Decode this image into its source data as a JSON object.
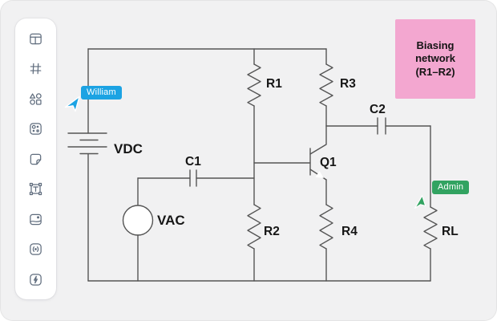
{
  "app": {
    "title": "Whiteboard circuit diagram editor"
  },
  "sidebar": {
    "items": [
      {
        "name": "layout"
      },
      {
        "name": "grid"
      },
      {
        "name": "shapes"
      },
      {
        "name": "widgets"
      },
      {
        "name": "sticky-note"
      },
      {
        "name": "text-box"
      },
      {
        "name": "image"
      },
      {
        "name": "code"
      },
      {
        "name": "actions"
      }
    ]
  },
  "diagram": {
    "labels": {
      "vdc": "VDC",
      "vac": "VAC",
      "r1": "R1",
      "r2": "R2",
      "r3": "R3",
      "r4": "R4",
      "rl": "RL",
      "c1": "C1",
      "c2": "C2",
      "q1": "Q1"
    },
    "note": {
      "lines": [
        "Biasing",
        "network",
        "(R1–R2)"
      ],
      "color": "#f3a7d0"
    },
    "collaborators": [
      {
        "name": "William",
        "color": "#1ca3e3"
      },
      {
        "name": "Admin",
        "color": "#32a361"
      }
    ]
  },
  "colors": {
    "canvas_bg": "#f1f1f2",
    "wire": "#555555",
    "icon": "#5f6c7d",
    "note_pink": "#f3a7d0",
    "cursor_blue": "#1ca3e3",
    "cursor_green": "#32a361"
  }
}
